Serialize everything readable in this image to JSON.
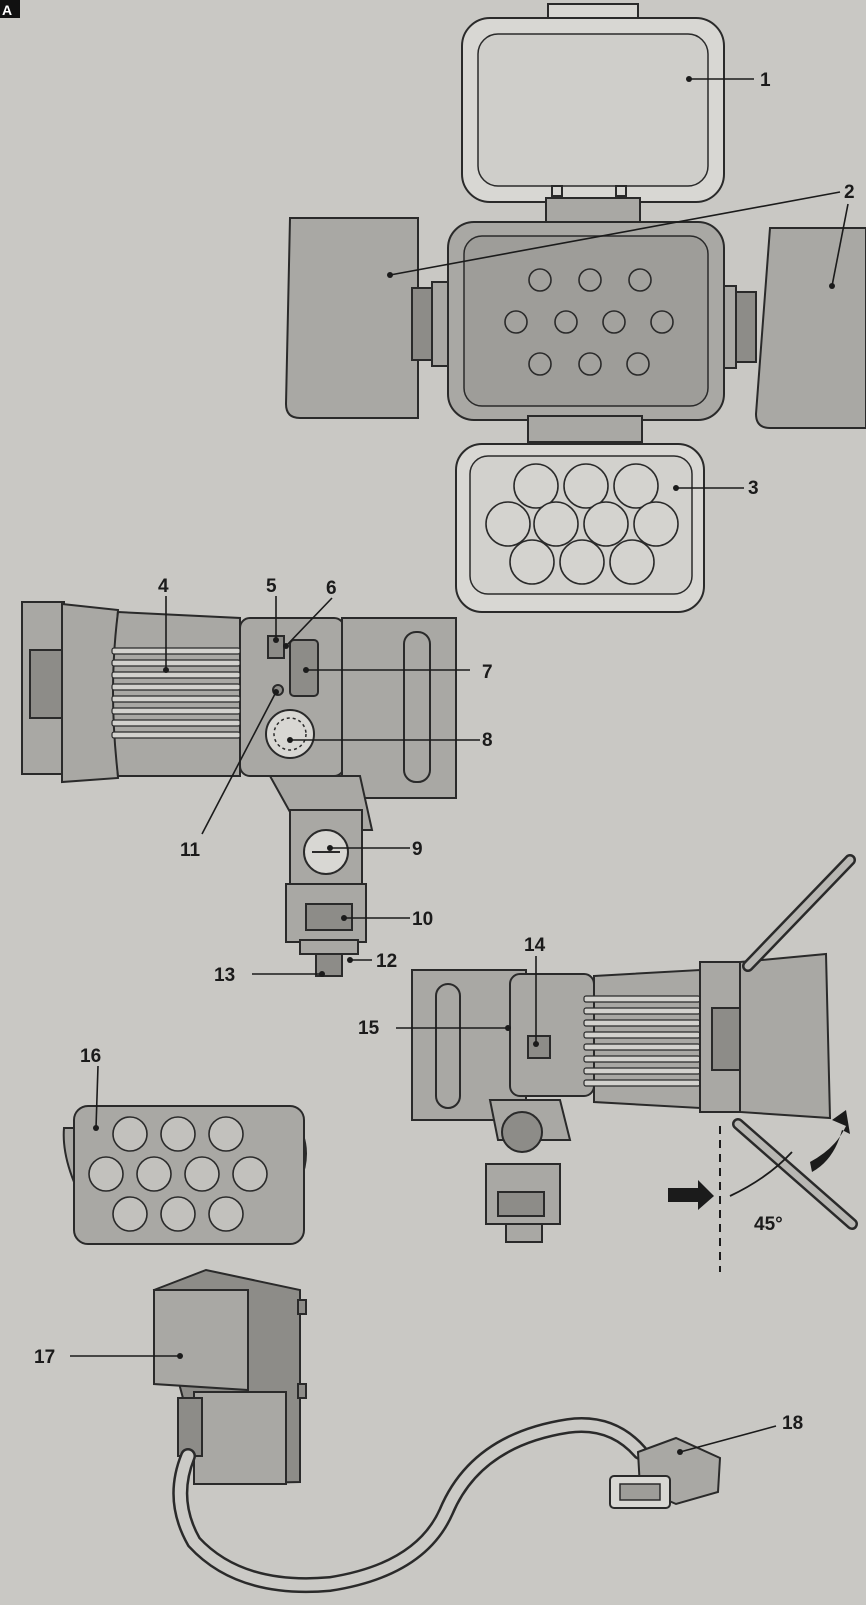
{
  "corner_marker": "A",
  "angle_label": "45°",
  "callouts": [
    {
      "id": "c1",
      "number": "1"
    },
    {
      "id": "c2",
      "number": "2"
    },
    {
      "id": "c3",
      "number": "3"
    },
    {
      "id": "c4",
      "number": "4"
    },
    {
      "id": "c5",
      "number": "5"
    },
    {
      "id": "c6",
      "number": "6"
    },
    {
      "id": "c7",
      "number": "7"
    },
    {
      "id": "c8",
      "number": "8"
    },
    {
      "id": "c9",
      "number": "9"
    },
    {
      "id": "c10",
      "number": "10"
    },
    {
      "id": "c11",
      "number": "11"
    },
    {
      "id": "c12",
      "number": "12"
    },
    {
      "id": "c13",
      "number": "13"
    },
    {
      "id": "c14",
      "number": "14"
    },
    {
      "id": "c15",
      "number": "15"
    },
    {
      "id": "c16",
      "number": "16"
    },
    {
      "id": "c17",
      "number": "17"
    },
    {
      "id": "c18",
      "number": "18"
    }
  ],
  "colors": {
    "paper": "#c9c8c4",
    "ink": "#1b1b1b",
    "shading": "#9a9995"
  }
}
